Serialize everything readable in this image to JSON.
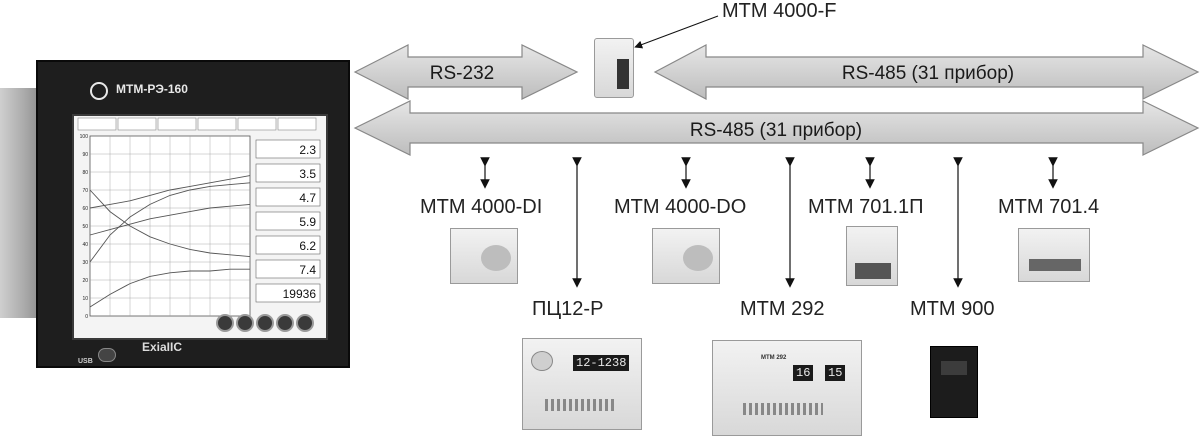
{
  "buses": {
    "rs232": "RS-232",
    "rs485_top": "RS-485 (31 прибор)",
    "rs485_main": "RS-485 (31 прибор)"
  },
  "converter": {
    "label": "МТМ 4000-F"
  },
  "devices": {
    "di": "МТМ 4000-DI",
    "do": "МТМ 4000-DO",
    "m701_1p": "МТМ 701.1П",
    "m701_4": "МТМ 701.4",
    "pc12": "ПЦ12-Р",
    "m292": "МТМ 292",
    "m900": "МТМ 900"
  },
  "recorder": {
    "title": "МТМ-РЭ-160",
    "brand": "ExiaIIC",
    "usb": "USB",
    "readouts": [
      "2.3",
      "3.5",
      "4.7",
      "5.9",
      "6.2",
      "7.4",
      "19936"
    ],
    "y_ticks": [
      "100",
      "90",
      "80",
      "70",
      "60",
      "50",
      "40",
      "30",
      "20",
      "10",
      "0"
    ]
  },
  "pc12_panel": {
    "display": "12-1238"
  },
  "m292_panel": {
    "model": "МТМ 292",
    "display_left": "16",
    "display_right": "15"
  },
  "colors": {
    "arrow_fill": "#cfcfcf",
    "arrow_stroke": "#888888",
    "recorder_body": "#1e1e1e"
  }
}
